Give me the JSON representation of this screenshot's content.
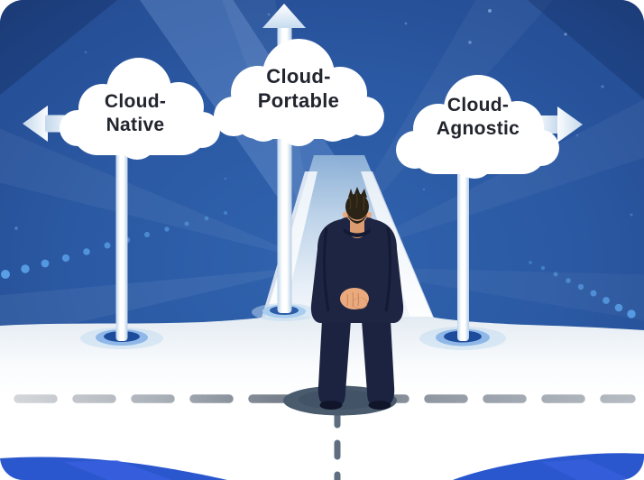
{
  "signs": {
    "left": {
      "line1": "Cloud-",
      "line2": "Native",
      "arrow_direction": "left"
    },
    "center": {
      "line1": "Cloud-",
      "line2": "Portable",
      "arrow_direction": "up"
    },
    "right": {
      "line1": "Cloud-",
      "line2": "Agnostic",
      "arrow_direction": "right"
    }
  },
  "figure": {
    "name": "businessman-back-view"
  },
  "colors": {
    "background_blue": "#2B59A3",
    "background_dark": "#1B3C74",
    "ray_highlight": "#7FA6DD",
    "cloud_white": "#FFFFFF",
    "label_text": "#22242E",
    "pole_base_dark": "#1E4C9C",
    "dot_blue": "#5EA7EE",
    "road_white": "#FBFCFE",
    "dash_gray": "#79828E",
    "shadow_slate": "#4A5B6E",
    "suit_navy": "#1E2543",
    "skin_tone": "#E9A97E",
    "bottom_wedge_blue": "#2B57CE"
  }
}
